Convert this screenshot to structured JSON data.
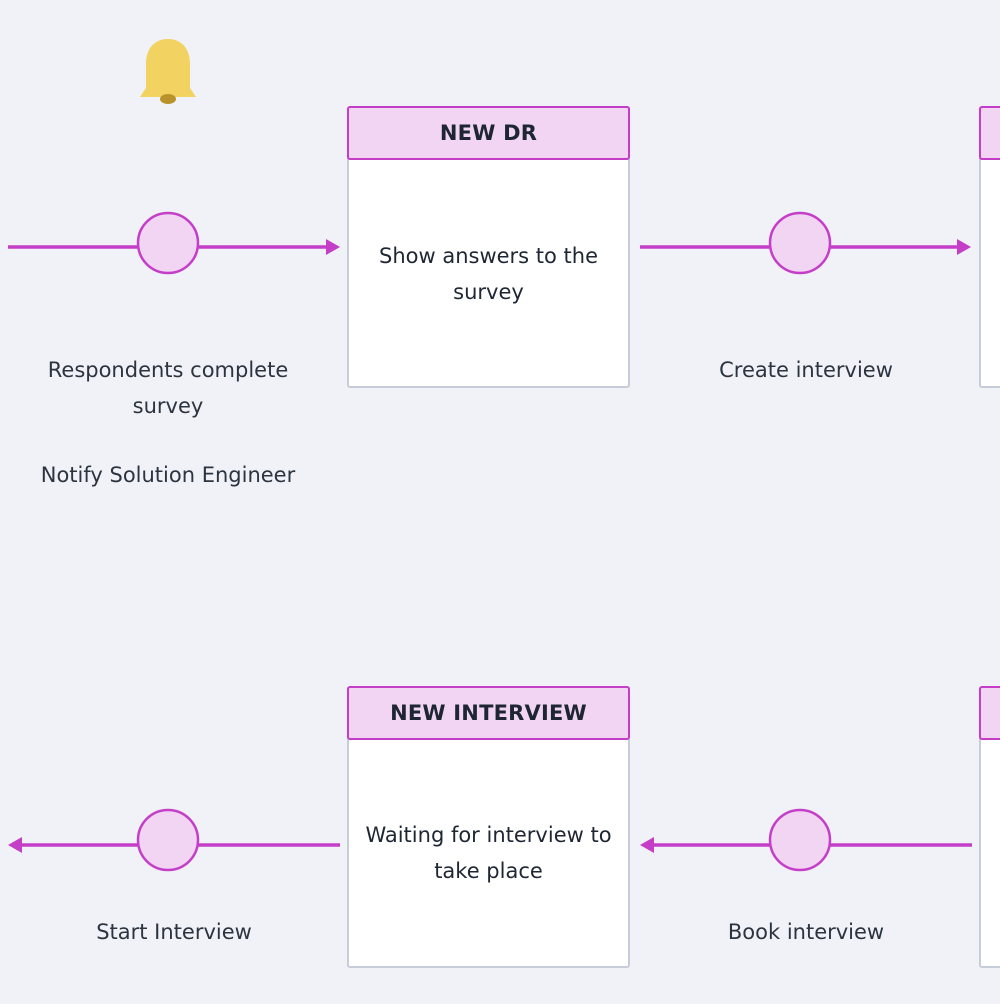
{
  "row1": {
    "card": {
      "header": "NEW DR",
      "body": "Show answers to the survey"
    },
    "left_step": {
      "label": "Respondents complete survey",
      "notification": "Notify Solution Engineer",
      "icon": "bell-icon"
    },
    "right_step": {
      "label": "Create interview"
    }
  },
  "row2": {
    "card": {
      "header": "NEW INTERVIEW",
      "body": "Waiting for interview to take place"
    },
    "left_step": {
      "label": "Start Interview"
    },
    "right_step": {
      "label": "Book interview"
    }
  },
  "colors": {
    "background": "#f0f2f7",
    "accent": "#c43ec8",
    "header_fill": "#f1d5f3",
    "node_fill": "#f1d5f3",
    "bell": "#f2d260"
  }
}
